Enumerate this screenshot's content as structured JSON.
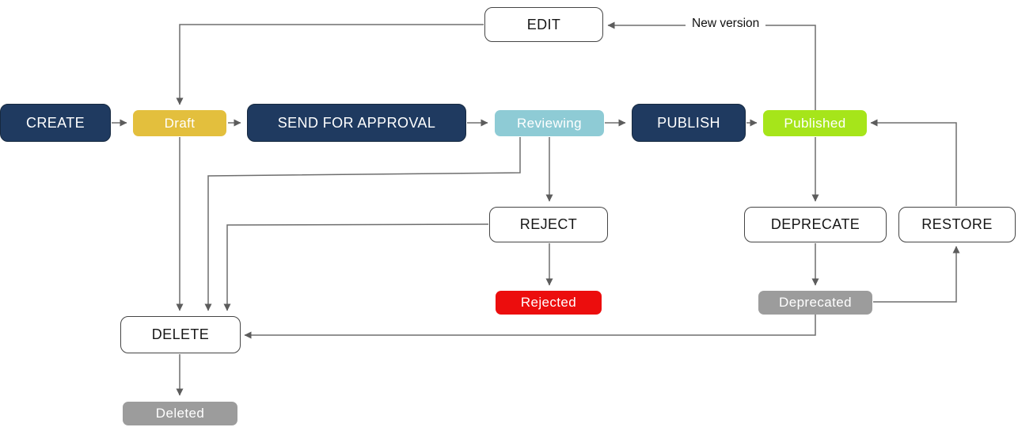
{
  "diagram": {
    "type": "flowchart",
    "description": "Document lifecycle state machine",
    "colors": {
      "action_primary": "#1f3a60",
      "draft": "#e3bf3d",
      "reviewing": "#8ecbd5",
      "published": "#a6e51a",
      "rejected": "#ec0d0d",
      "neutral_state": "#9c9c9c",
      "edge_line": "#6e6e6e",
      "outline_border": "#454545"
    },
    "nodes": {
      "create": {
        "label": "CREATE",
        "type": "action"
      },
      "draft": {
        "label": "Draft",
        "type": "state"
      },
      "send": {
        "label": "SEND FOR APPROVAL",
        "type": "action"
      },
      "reviewing": {
        "label": "Reviewing",
        "type": "state"
      },
      "publish": {
        "label": "PUBLISH",
        "type": "action"
      },
      "published": {
        "label": "Published",
        "type": "state"
      },
      "edit": {
        "label": "EDIT",
        "type": "action-outline"
      },
      "reject": {
        "label": "REJECT",
        "type": "action-outline"
      },
      "rejected": {
        "label": "Rejected",
        "type": "state"
      },
      "deprecate": {
        "label": "DEPRECATE",
        "type": "action-outline"
      },
      "restore": {
        "label": "RESTORE",
        "type": "action-outline"
      },
      "deprecated": {
        "label": "Deprecated",
        "type": "state"
      },
      "delete": {
        "label": "DELETE",
        "type": "action-outline"
      },
      "deleted": {
        "label": "Deleted",
        "type": "state"
      }
    },
    "labels": {
      "new_version": "New version"
    },
    "edges": [
      {
        "from": "CREATE",
        "to": "Draft"
      },
      {
        "from": "Draft",
        "to": "SEND FOR APPROVAL"
      },
      {
        "from": "SEND FOR APPROVAL",
        "to": "Reviewing"
      },
      {
        "from": "Reviewing",
        "to": "PUBLISH"
      },
      {
        "from": "PUBLISH",
        "to": "Published"
      },
      {
        "from": "Published",
        "to": "EDIT",
        "label": "New version"
      },
      {
        "from": "EDIT",
        "to": "Draft"
      },
      {
        "from": "Draft",
        "to": "DELETE"
      },
      {
        "from": "Reviewing",
        "to": "DELETE"
      },
      {
        "from": "Reviewing",
        "to": "REJECT"
      },
      {
        "from": "REJECT",
        "to": "Rejected"
      },
      {
        "from": "REJECT",
        "to": "DELETE"
      },
      {
        "from": "Published",
        "to": "DEPRECATE"
      },
      {
        "from": "DEPRECATE",
        "to": "Deprecated"
      },
      {
        "from": "Deprecated",
        "to": "RESTORE"
      },
      {
        "from": "RESTORE",
        "to": "Published"
      },
      {
        "from": "Deprecated",
        "to": "DELETE"
      },
      {
        "from": "DELETE",
        "to": "Deleted"
      }
    ]
  }
}
